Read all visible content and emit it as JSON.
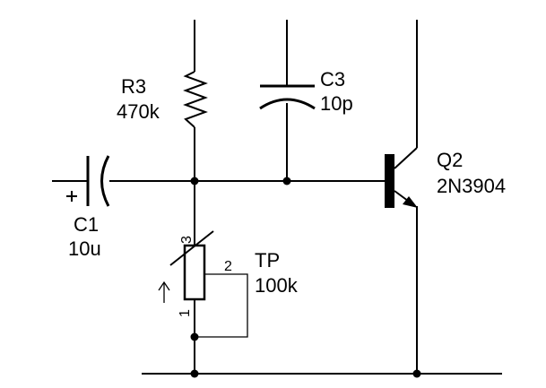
{
  "components": {
    "r3": {
      "ref": "R3",
      "value": "470k"
    },
    "c3": {
      "ref": "C3",
      "value": "10p"
    },
    "c1": {
      "ref": "C1",
      "value": "10u",
      "polarity": "+"
    },
    "q2": {
      "ref": "Q2",
      "value": "2N3904"
    },
    "tp": {
      "ref": "TP",
      "value": "100k",
      "pins": {
        "p1": "1",
        "p2": "2",
        "p3": "3"
      }
    }
  }
}
